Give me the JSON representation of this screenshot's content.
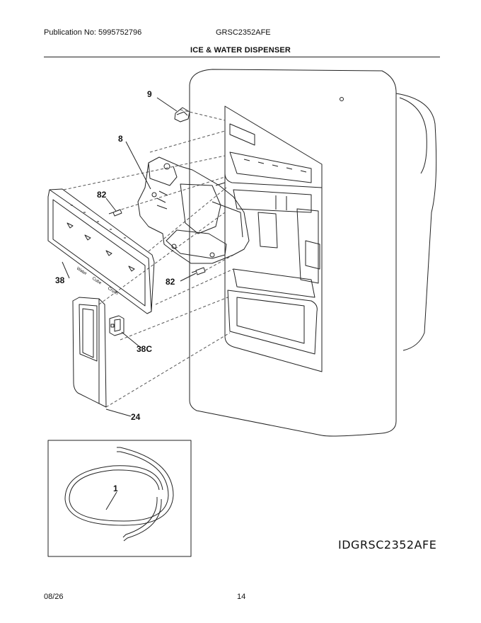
{
  "header": {
    "publication": "Publication No: 5995752796",
    "model": "GRSC2352AFE",
    "section_title": "ICE & WATER DISPENSER"
  },
  "callouts": {
    "part_9": "9",
    "part_8": "8",
    "part_82_top": "82",
    "part_82_bottom": "82",
    "part_38": "38",
    "part_38c": "38C",
    "part_24": "24",
    "part_1": "1"
  },
  "panel_text": {
    "water": "Water",
    "cube": "Cube",
    "crush": "Crush"
  },
  "diagram_id": "IDGRSC2352AFE",
  "footer": {
    "date": "08/26",
    "page": "14"
  }
}
